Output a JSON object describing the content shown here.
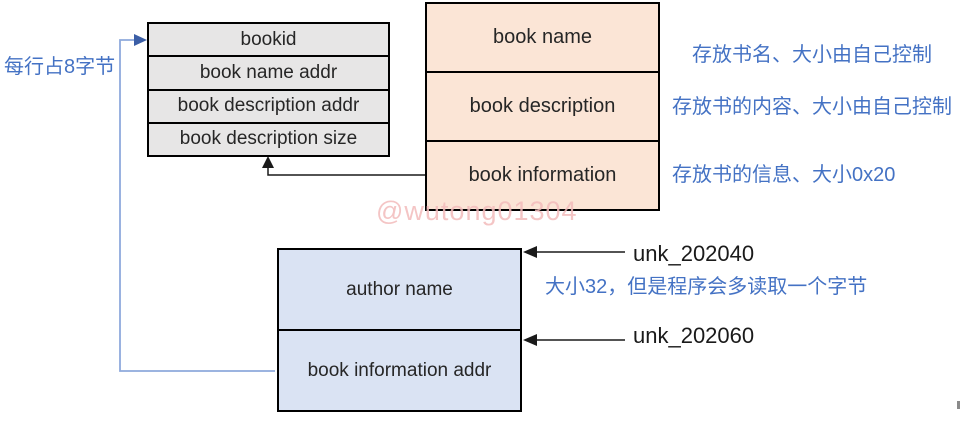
{
  "left_note": "每行占8字节",
  "struct_table": {
    "rows": [
      "bookid",
      "book name addr",
      "book description addr",
      "book description size"
    ]
  },
  "book_table": {
    "rows": [
      "book name",
      "book description",
      "book information"
    ]
  },
  "book_notes": [
    "存放书名、大小由自己控制",
    "存放书的内容、大小由自己控制",
    "存放书的信息、大小0x20"
  ],
  "author_table": {
    "rows": [
      "author name",
      "book information addr"
    ]
  },
  "author_note": "大小32，但是程序会多读取一个字节",
  "address_labels": [
    "unk_202040",
    "unk_202060"
  ],
  "watermark": "@wutong01304",
  "colors": {
    "struct_fill": "#e7e6e6",
    "book_fill": "#fbe5d6",
    "author_fill": "#dae3f3",
    "annotation_blue": "#4472c4",
    "connector_blue": "#8faadc",
    "connector_blue_head": "#3b5ea6",
    "line_black": "#1a1a1a",
    "watermark_pink": "#f3bcbc"
  }
}
